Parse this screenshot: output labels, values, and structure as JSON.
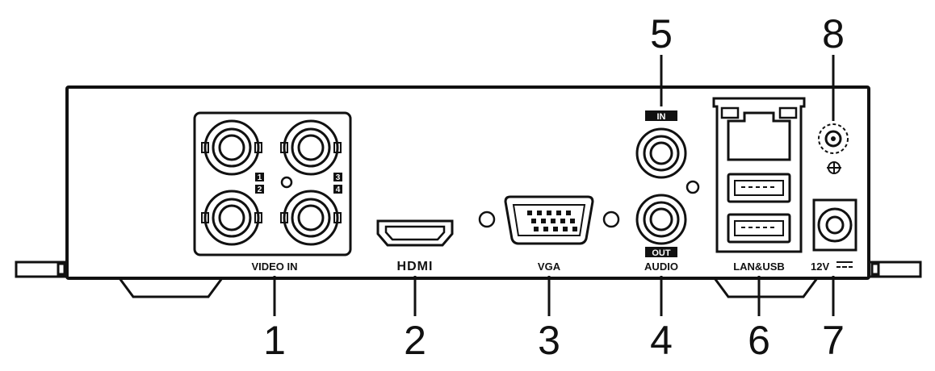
{
  "labels": {
    "video_in": "VIDEO IN",
    "hdmi": "HDMI",
    "vga": "VGA",
    "audio": "AUDIO",
    "audio_in": "IN",
    "audio_out": "OUT",
    "lan_usb": "LAN&USB",
    "power": "12V",
    "channels": [
      "1",
      "2",
      "3",
      "4"
    ]
  },
  "callouts": [
    "1",
    "2",
    "3",
    "4",
    "5",
    "6",
    "7",
    "8"
  ],
  "colors": {
    "stroke": "#111111",
    "background": "#ffffff",
    "tag_fill": "#111111"
  }
}
